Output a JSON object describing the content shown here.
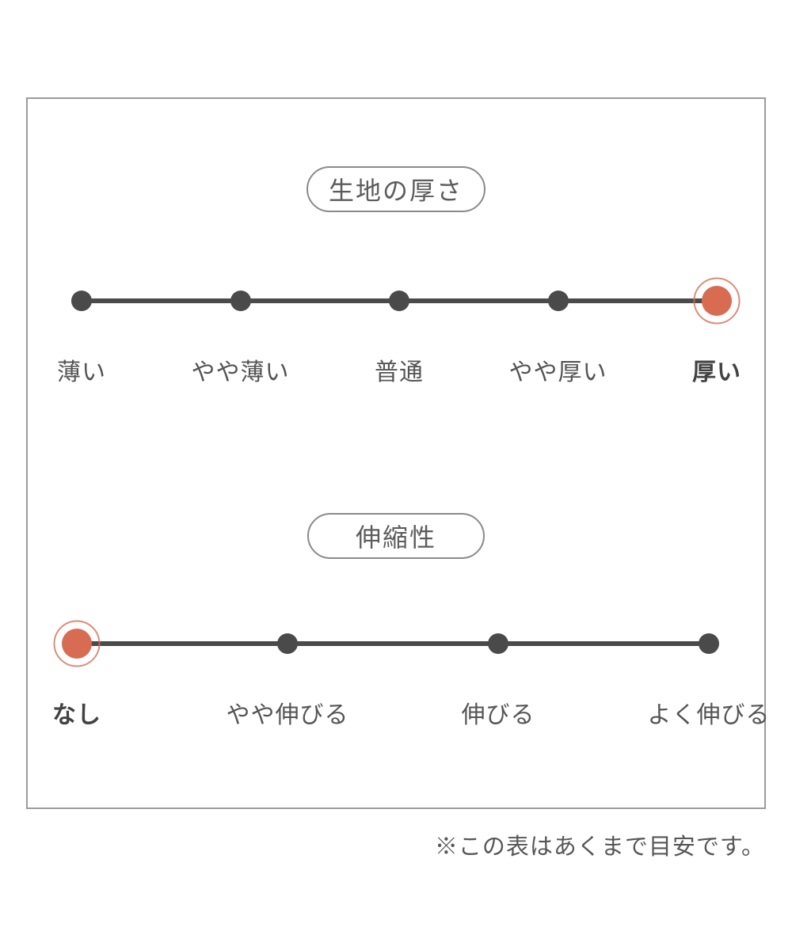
{
  "footnote": "※この表はあくまで目安です。",
  "colors": {
    "accent": "#d76c52",
    "scale_line": "#4a4a4a",
    "label_text": "#545454",
    "pill_border": "#8a8a8a",
    "frame_border": "#9b9b9b"
  },
  "chart_data": [
    {
      "type": "scale",
      "title": "生地の厚さ",
      "options": [
        "薄い",
        "やや薄い",
        "普通",
        "やや厚い",
        "厚い"
      ],
      "selected_index": 4,
      "selected_label": "厚い",
      "points": 5
    },
    {
      "type": "scale",
      "title": "伸縮性",
      "options": [
        "なし",
        "やや伸びる",
        "伸びる",
        "よく伸びる"
      ],
      "selected_index": 0,
      "selected_label": "なし",
      "points": 4
    }
  ]
}
